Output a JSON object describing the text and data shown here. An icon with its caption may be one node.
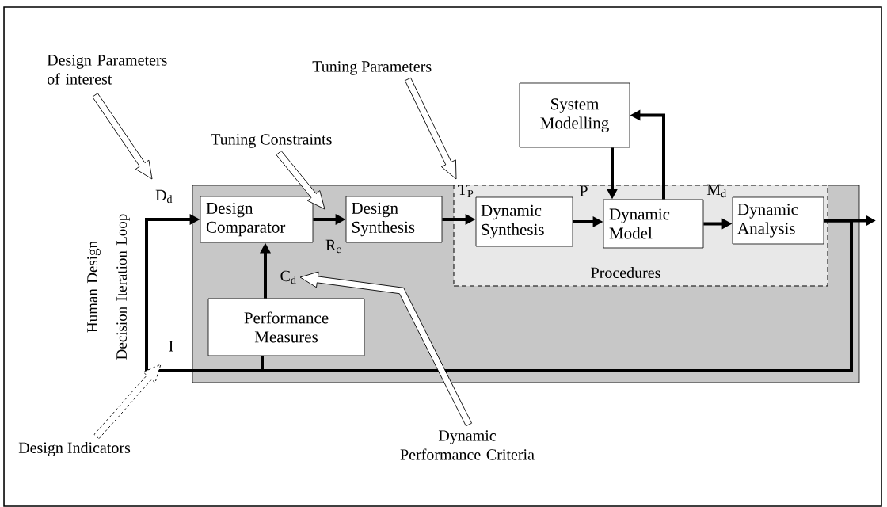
{
  "diagram": {
    "nodes": [
      {
        "text": [],
        "shape": "box"
      },
      {
        "text": [
          "Design Comparator"
        ],
        "in": 0
      },
      {
        "text": [
          "Design Synthesis"
        ],
        "in": 0
      },
      {
        "text": [
          "Procedures"
        ],
        "in": 0
      },
      {
        "text": [
          "Dynamic Synthesis"
        ],
        "in": 3
      },
      {
        "text": [
          "Dynamic Model"
        ],
        "in": 3
      },
      {
        "text": [
          "Dynamic Analysis"
        ],
        "in": 3
      },
      {
        "text": [
          "Performance Measures"
        ],
        "in": 0
      },
      {
        "text": [
          "System Modelling"
        ]
      },
      {
        "text": [
          "Design Parameters of interest"
        ]
      },
      {
        "text": [
          "Tuning Parameters"
        ]
      },
      {
        "text": [
          "Tuning Constraints"
        ]
      },
      {
        "text": [
          "Dynamic Performance Criteria"
        ]
      },
      {
        "text": [
          "Design Indicators"
        ]
      }
    ],
    "edges": [
      {
        "from": 1,
        "to": 2,
        "arrow": "to",
        "label": "R$_{c}$"
      },
      {
        "from": 2,
        "to": 4,
        "arrow": "to",
        "label": "T$_{P}$"
      },
      {
        "from": 4,
        "to": 5,
        "arrow": "to",
        "label": "P"
      },
      {
        "from": 5,
        "to": 6,
        "arrow": "to",
        "label": "M$_{d}$"
      },
      {
        "from": 7,
        "to": 1,
        "arrow": "to",
        "label": "C$_{d}$"
      },
      {
        "from": 8,
        "to": 5,
        "arrow": "to"
      },
      {
        "from": 5,
        "to": 8,
        "arrow": "to"
      },
      {
        "from": 6,
        "to": null,
        "arrow": "to"
      },
      {
        "from": 6,
        "to": 7,
        "arrow": "none"
      },
      {
        "from": 6,
        "to": 1,
        "arrow": "to",
        "label": "D$_{d}$"
      },
      {
        "from": 9,
        "to": null,
        "arrow": "to"
      },
      {
        "from": 10,
        "to": null,
        "arrow": "to"
      },
      {
        "from": 11,
        "to": null,
        "arrow": "to"
      },
      {
        "from": 12,
        "to": null,
        "arrow": "to"
      },
      {
        "from": 13,
        "to": null,
        "arrow": "to",
        "style": "dashed"
      }
    ],
    "labels": [
      "Human Design Decision Iteration Loop",
      "I"
    ]
  }
}
